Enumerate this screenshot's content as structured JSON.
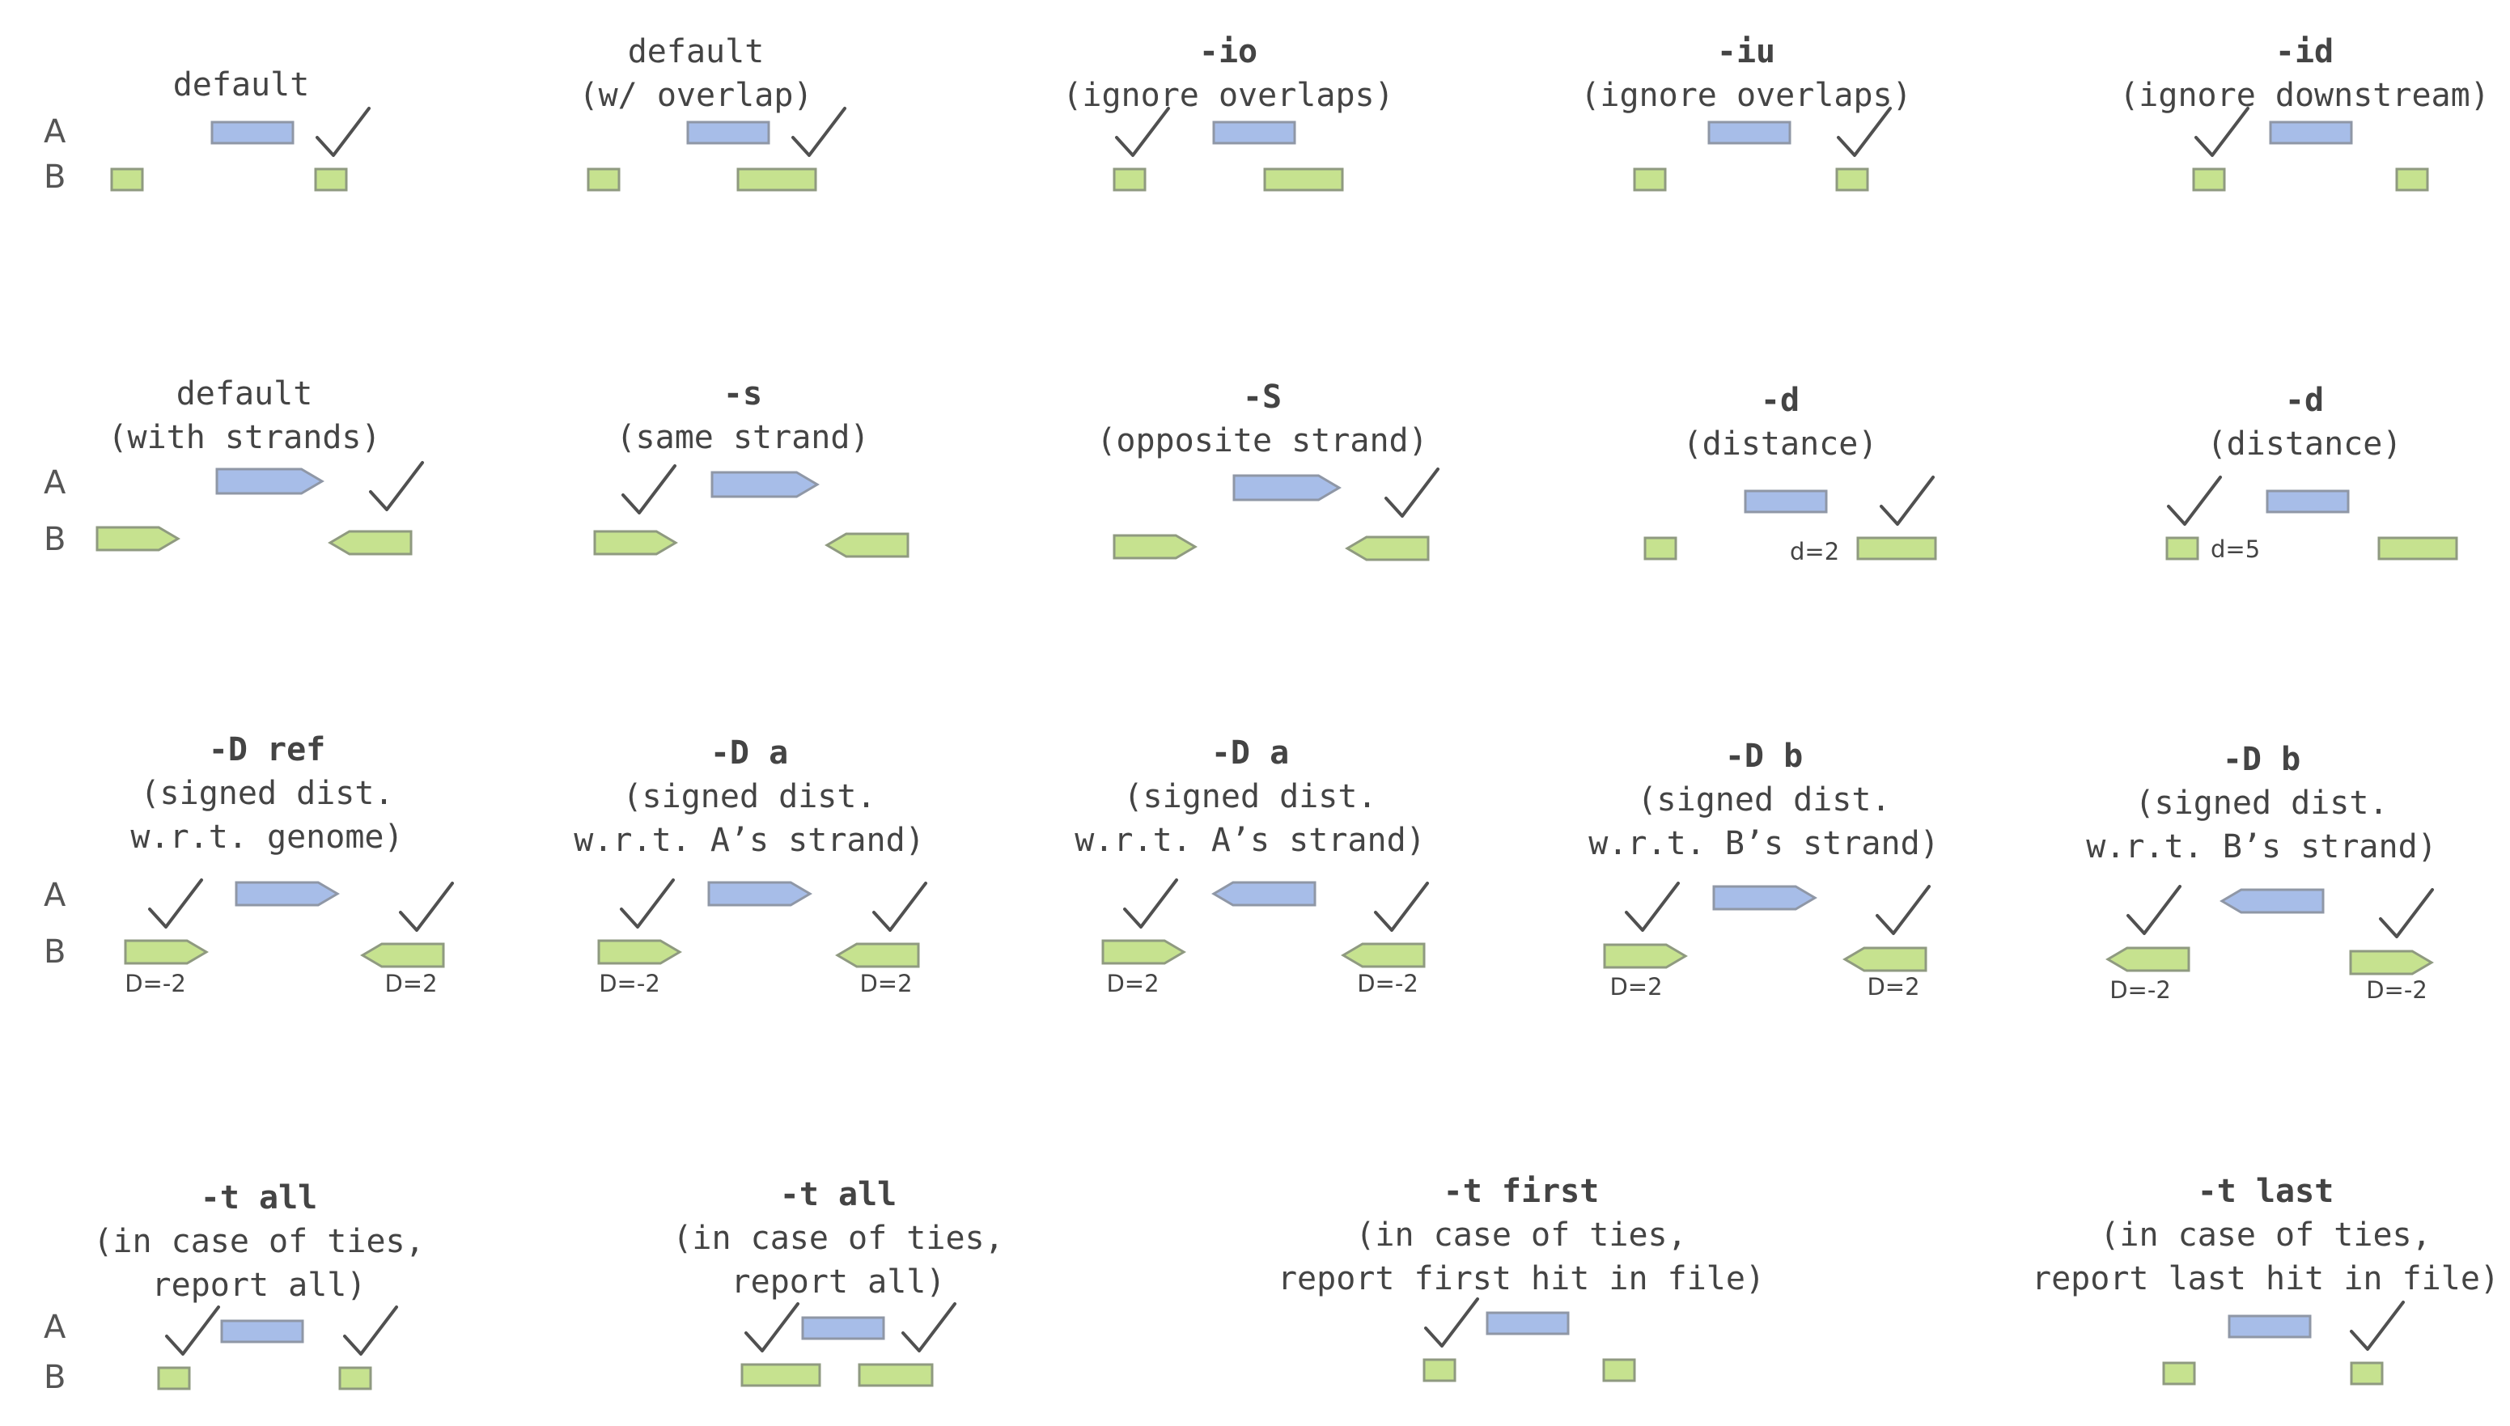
{
  "panels": [
    {
      "title": [
        "default"
      ],
      "bold": false
    },
    {
      "title": [
        "default",
        "(w/ overlap)"
      ],
      "bold": false
    },
    {
      "title": [
        "-io",
        "(ignore overlaps)"
      ],
      "bold": true
    },
    {
      "title": [
        "-iu",
        "(ignore overlaps)"
      ],
      "bold": true
    },
    {
      "title": [
        "-id",
        "(ignore downstream)"
      ],
      "bold": true
    },
    {
      "title": [
        "default",
        "(with strands)"
      ],
      "bold": false
    },
    {
      "title": [
        "-s",
        "(same strand)"
      ],
      "bold": true
    },
    {
      "title": [
        "-S",
        "(opposite strand)"
      ],
      "bold": true
    },
    {
      "title": [
        "-d",
        "(distance)"
      ],
      "bold": true,
      "annotations": [
        "d=2"
      ]
    },
    {
      "title": [
        "-d",
        "(distance)"
      ],
      "bold": true,
      "annotations": [
        "d=5"
      ]
    },
    {
      "title": [
        "-D ref",
        "(signed dist.",
        "w.r.t. genome)"
      ],
      "bold": true,
      "annotations": [
        "D=-2",
        "D=2"
      ]
    },
    {
      "title": [
        "-D a",
        "(signed dist.",
        "w.r.t. A’s strand)"
      ],
      "bold": true,
      "annotations": [
        "D=-2",
        "D=2"
      ]
    },
    {
      "title": [
        "-D a",
        "(signed dist.",
        "w.r.t. A’s strand)"
      ],
      "bold": true,
      "annotations": [
        "D=2",
        "D=-2"
      ]
    },
    {
      "title": [
        "-D b",
        "(signed dist.",
        "w.r.t. B’s strand)"
      ],
      "bold": true,
      "annotations": [
        "D=2",
        "D=2"
      ]
    },
    {
      "title": [
        "-D b",
        "(signed dist.",
        "w.r.t. B’s strand)"
      ],
      "bold": true,
      "annotations": [
        "D=-2",
        "D=-2"
      ]
    },
    {
      "title": [
        "-t all",
        "(in case of ties,",
        "report all)"
      ],
      "bold": true
    },
    {
      "title": [
        "-t all",
        "(in case of ties,",
        "report all)"
      ],
      "bold": true
    },
    {
      "title": [
        "-t first",
        "(in case of ties,",
        "report first hit in file)"
      ],
      "bold": true
    },
    {
      "title": [
        "-t last",
        "(in case of ties,",
        "report last hit in file)"
      ],
      "bold": true
    }
  ],
  "row_labels": {
    "a": "A",
    "b": "B"
  },
  "colors": {
    "a_fill": "#a7bde8",
    "b_fill": "#c6e28f",
    "outline": "#8f97a6",
    "check": "#505050",
    "text": "#444444"
  },
  "icons": {
    "check": "checkmark-icon",
    "strand": "arrow-feature-icon"
  }
}
